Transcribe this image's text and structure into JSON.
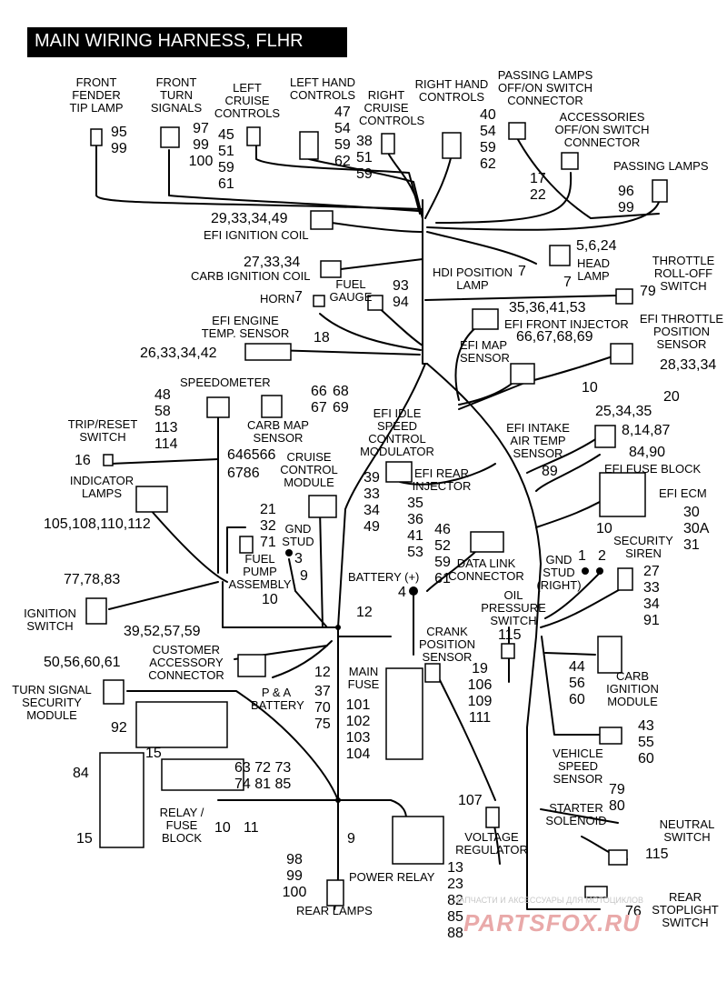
{
  "title": "MAIN WIRING HARNESS, FLHR",
  "labels": {
    "front_fender_tip_lamp": "FRONT\nFENDER\nTIP LAMP",
    "front_turn_signals": "FRONT\nTURN\nSIGNALS",
    "left_cruise_controls": "LEFT\nCRUISE\nCONTROLS",
    "left_hand_controls": "LEFT HAND\nCONTROLS",
    "right_cruise_controls": "RIGHT\nCRUISE\nCONTROLS",
    "right_hand_controls": "RIGHT HAND\nCONTROLS",
    "passing_lamps_switch": "PASSING LAMPS\nOFF/ON SWITCH\nCONNECTOR",
    "accessories_switch": "ACCESSORIES\nOFF/ON SWITCH\nCONNECTOR",
    "passing_lamps": "PASSING LAMPS",
    "efi_ignition_coil": "EFI IGNITION COIL",
    "head_lamp": "HEAD\nLAMP",
    "carb_ignition_coil": "CARB IGNITION COIL",
    "hdi_position_lamp": "HDI POSITION\nLAMP",
    "throttle_rolloff_switch": "THROTTLE\nROLL-OFF\nSWITCH",
    "fuel_gauge": "FUEL\nGAUGE",
    "horn": "HORN",
    "efi_front_injector": "EFI FRONT INJECTOR",
    "efi_throttle_position_sensor": "EFI THROTTLE\nPOSITION\nSENSOR",
    "efi_engine_temp_sensor": "EFI ENGINE\nTEMP. SENSOR",
    "efi_map_sensor": "EFI MAP\nSENSOR",
    "speedometer": "SPEEDOMETER",
    "carb_map_sensor": "CARB MAP\nSENSOR",
    "efi_idle_speed_control": "EFI IDLE\nSPEED\nCONTROL\nMODULATOR",
    "efi_intake_air_temp_sensor": "EFI INTAKE\nAIR TEMP\nSENSOR",
    "trip_reset_switch": "TRIP/RESET\nSWITCH",
    "efi_fuse_block": "EFI FUSE BLOCK",
    "cruise_control_module": "CRUISE\nCONTROL\nMODULE",
    "efi_rear_injector": "EFI REAR\nINJECTOR",
    "indicator_lamps": "INDICATOR\nLAMPS",
    "efi_ecm": "EFI ECM",
    "gnd_stud": "GND\nSTUD",
    "fuel_pump_assembly": "FUEL\nPUMP\nASSEMBLY",
    "security_siren": "SECURITY\nSIREN",
    "gnd_stud_right": "GND\nSTUD\n(RIGHT)",
    "data_link_connector": "DATA LINK\nCONNECTOR",
    "battery_plus": "BATTERY (+)",
    "ignition_switch": "IGNITION\nSWITCH",
    "oil_pressure_switch": "OIL\nPRESSURE\nSWITCH",
    "customer_accessory_connector": "CUSTOMER\nACCESSORY\nCONNECTOR",
    "crank_position_sensor": "CRANK\nPOSITION\nSENSOR",
    "main_fuse": "MAIN\nFUSE",
    "turn_signal_security_module": "TURN SIGNAL\nSECURITY\nMODULE",
    "p_a_battery": "P & A\nBATTERY",
    "carb_ignition_module": "CARB\nIGNITION\nMODULE",
    "vehicle_speed_sensor": "VEHICLE\nSPEED\nSENSOR",
    "relay_fuse_block": "RELAY /\nFUSE\nBLOCK",
    "starter_solenoid": "STARTER\nSOLENOID",
    "neutral_switch": "NEUTRAL\nSWITCH",
    "voltage_regulator": "VOLTAGE\nREGULATOR",
    "power_relay": "POWER RELAY",
    "rear_lamps": "REAR LAMPS",
    "rear_stoplight_switch": "REAR\nSTOPLIGHT\nSWITCH"
  },
  "refs": {
    "r_95_99": "95\n99",
    "r_97_100": "97\n99\n100",
    "r_45_61": "45\n51\n59\n61",
    "r_47_62": "47\n54\n59\n62",
    "r_38_59": "38\n51\n59",
    "r_40_62": "40\n54\n59\n62",
    "r_17_22": "17\n22",
    "r_96_99": "96\n99",
    "r_29_49": "29,33,34,49",
    "r_5_6_24": "5,6,24",
    "r_27_33_34": "27,33,34",
    "r_7_hdi": "7",
    "r_7_head": "7",
    "r_93_94": "93\n94",
    "r_7_horn": "7",
    "r_79": "79",
    "r_35_53": "35,36,41,53",
    "r_66_69": "66,67,68,69",
    "r_18": "18",
    "r_26_42": "26,33,34,42",
    "r_28_34": "28,33,34",
    "r_48_114": "48\n58\n113\n114",
    "r_66_67": "66",
    "r_67": "67",
    "r_68_69": "68\n69",
    "r_10_tps": "10",
    "r_20": "20",
    "r_25_35": "25,34,35",
    "r_8_87": "8,14,87",
    "r_84_90": "84,90",
    "r_89": "89",
    "r_16": "16",
    "r_6465_66": "646566",
    "r_6786": "6786",
    "r_39_49": "39\n33\n34\n49",
    "r_35_61": "35\n36\n41\n53",
    "r_46_61": "46\n52\n59\n61",
    "r_30_31": "30\n30A\n31",
    "r_10_ecm": "10",
    "r_105_112": "105,108,110,112",
    "r_21_71": "21\n32\n71",
    "r_3": "3",
    "r_9_fuel": "9",
    "r_1": "1",
    "r_2": "2",
    "r_27_91": "27\n33\n34\n91",
    "r_77_83": "77,78,83",
    "r_4": "4",
    "r_10_ign": "10",
    "r_12_a": "12",
    "r_115_oil": "115",
    "r_39_59": "39,52,57,59",
    "r_12_b": "12",
    "r_19_111": "19\n106\n109\n111",
    "r_50_61": "50,56,60,61",
    "r_37_75": "37\n70\n75",
    "r_101_104": "101\n102\n103\n104",
    "r_44_60": "44\n56\n60",
    "r_92": "92",
    "r_43_60": "43\n55\n60",
    "r_15_a": "15",
    "r_63_85": "63 72 73\n74 81 85",
    "r_84": "84",
    "r_79_80": "79\n80",
    "r_107": "107",
    "r_10_relay": "10",
    "r_11": "11",
    "r_15_b": "15",
    "r_9_rear": "9",
    "r_115_neutral": "115",
    "r_98_100": "98\n99\n100",
    "r_13_88": "13\n23\n82\n85\n88",
    "r_76": "76"
  },
  "watermark": "ЗАПЧАСТИ И АКСЕССУАРЫ ДЛЯ МОТОЦИКЛОВ",
  "logo": "PARTSFOX.RU"
}
